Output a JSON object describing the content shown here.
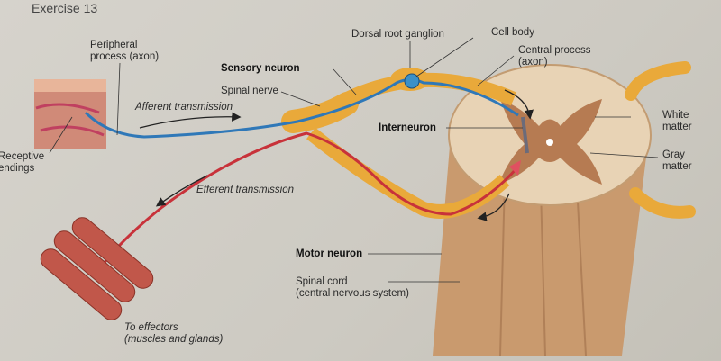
{
  "header": "Exercise 13",
  "labels": {
    "peripheral_process": [
      "Peripheral",
      "process (axon)"
    ],
    "dorsal_root_ganglion": "Dorsal root ganglion",
    "cell_body": "Cell body",
    "central_process": [
      "Central process",
      "(axon)"
    ],
    "sensory_neuron": "Sensory neuron",
    "spinal_nerve": "Spinal nerve",
    "afferent": "Afferent transmission",
    "interneuron": "Interneuron",
    "white_matter": [
      "White",
      "matter"
    ],
    "gray_matter": [
      "Gray",
      "matter"
    ],
    "receptive_endings": [
      "Receptive",
      "endings"
    ],
    "efferent": "Efferent transmission",
    "motor_neuron": "Motor neuron",
    "spinal_cord": [
      "Spinal cord",
      "(central nervous system)"
    ],
    "effectors": [
      "To effectors",
      "(muscles and glands)"
    ]
  },
  "colors": {
    "nerve": "#e9a93a",
    "sensory_axon": "#2f78b8",
    "motor_axon": "#c8323a",
    "cord": "#c99a6e",
    "gray_matter": "#a8704a"
  }
}
